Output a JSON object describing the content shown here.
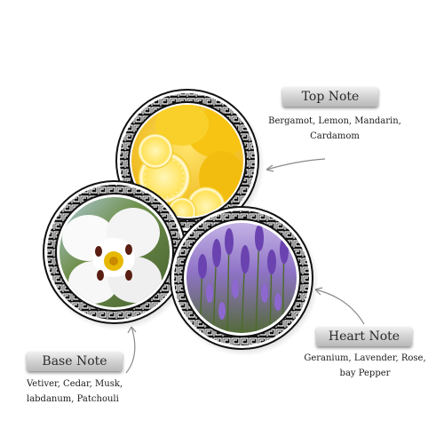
{
  "notes": {
    "top": {
      "label": "Top Note",
      "desc_line1": "Bergamot, Lemon, Mandarin,",
      "desc_line2": "Cardamom",
      "image_icon": "lemon-slices-image"
    },
    "heart": {
      "label": "Heart Note",
      "desc_line1": "Geranium, Lavender, Rose,",
      "desc_line2": "bay Pepper",
      "image_icon": "lavender-field-image"
    },
    "base": {
      "label": "Base Note",
      "desc_line1": "Vetiver, Cedar, Musk,",
      "desc_line2": "labdanum, Patchouli",
      "image_icon": "white-rockrose-flower-image"
    }
  },
  "colors": {
    "ring_black": "#111111",
    "ring_white": "#ffffff",
    "pill_text": "#2b2b2b",
    "arrow": "#8a8a8a"
  }
}
